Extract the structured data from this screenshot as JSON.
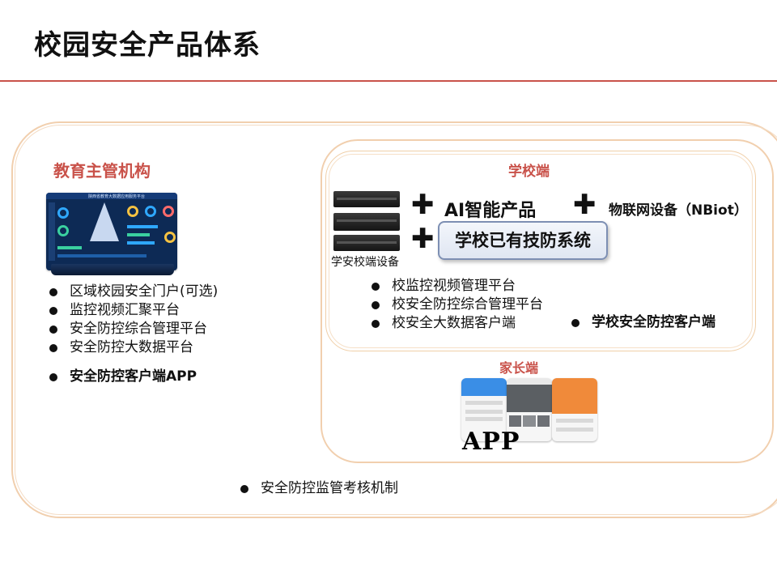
{
  "page": {
    "title": "校园安全产品体系"
  },
  "colors": {
    "accent": "#c9524a",
    "frame": "#f1cfae"
  },
  "education": {
    "heading": "教育主管机构",
    "dashboard_title": "陕西省教育大数据应用服务平台",
    "items": [
      "区域校园安全门户(可选)",
      "监控视频汇聚平台",
      "安全防控综合管理平台",
      "安全防控大数据平台"
    ],
    "app_item": "安全防控客户端APP"
  },
  "school": {
    "heading": "学校端",
    "device_label": "学安校端设备",
    "plus": "✚",
    "ai_products": "AI智能产品",
    "iot_devices": "物联网设备（NBiot）",
    "existing_system": "学校已有技防系统",
    "items": [
      "校监控视频管理平台",
      "校安全防控综合管理平台",
      "校安全大数据客户端"
    ],
    "client_item": "学校安全防控客户端"
  },
  "parent": {
    "heading": "家长端",
    "app_label": "APP"
  },
  "bottom": {
    "item": "安全防控监管考核机制"
  }
}
